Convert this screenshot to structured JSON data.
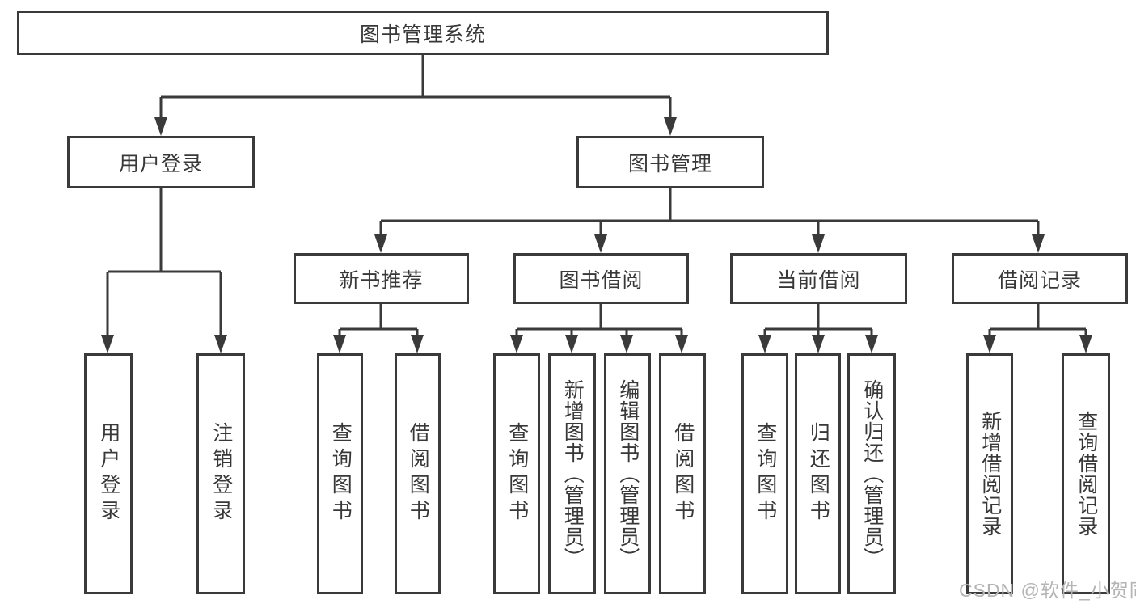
{
  "diagram": {
    "title": "图书管理系统",
    "root": {
      "label": "图书管理系统"
    },
    "level2": [
      {
        "label": "用户登录"
      },
      {
        "label": "图书管理"
      }
    ],
    "level3": [
      {
        "label": "新书推荐"
      },
      {
        "label": "图书借阅"
      },
      {
        "label": "当前借阅"
      },
      {
        "label": "借阅记录"
      }
    ],
    "leaves": {
      "user_login": [
        "用户登录",
        "注销登录"
      ],
      "new_book": [
        "查询图书",
        "借阅图书"
      ],
      "book_borrow": [
        "查询图书",
        "新增图书（管理员）",
        "编辑图书（管理员）",
        "借阅图书"
      ],
      "current_borrow": [
        "查询图书",
        "归还图书",
        "确认归还（管理员）"
      ],
      "borrow_records": [
        "新增借阅记录",
        "查询借阅记录"
      ]
    },
    "watermark": "CSDN @软件_小贺同学",
    "colors": {
      "line": "#3a3a3a",
      "text": "#383838",
      "watermark": "#b4b4b4",
      "background": "#ffffff"
    }
  }
}
